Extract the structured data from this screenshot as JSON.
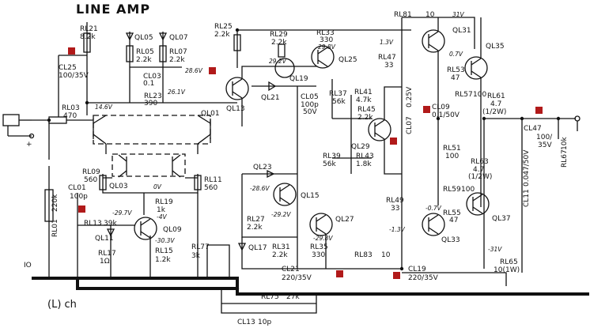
{
  "title": "LINE AMP",
  "channel": "(L) ch",
  "transistors": [
    "QL01",
    "QL03",
    "QL09",
    "QL13",
    "QL15",
    "QL19",
    "QL25",
    "QL27",
    "QL29",
    "QL31",
    "QL33",
    "QL35",
    "QL37"
  ],
  "diodes": [
    "QL05",
    "QL07",
    "QL11",
    "QL17",
    "QL21",
    "QL23"
  ],
  "resistors": {
    "RL01": [
      "RL01",
      "220k"
    ],
    "RL03": [
      "RL03",
      "470"
    ],
    "RL05": [
      "RL05",
      "2.2k"
    ],
    "RL07": [
      "RL07",
      "2.2k"
    ],
    "RL09": [
      "RL09",
      "560"
    ],
    "RL11": [
      "RL11",
      "560"
    ],
    "RL13": [
      "RL13",
      "39k"
    ],
    "RL15": [
      "RL15",
      "1.2k"
    ],
    "RL17": [
      "RL17",
      "1Ω"
    ],
    "RL19": [
      "RL19",
      "1k"
    ],
    "RL21": [
      "RL21",
      "8.2k"
    ],
    "RL23": [
      "RL23",
      "390"
    ],
    "RL25": [
      "RL25",
      "2.2k"
    ],
    "RL27": [
      "RL27",
      "2.2k"
    ],
    "RL29": [
      "RL29",
      "2.2k"
    ],
    "RL31": [
      "RL31",
      "2.2k"
    ],
    "RL33": [
      "RL33",
      "330"
    ],
    "RL35": [
      "RL35",
      "330"
    ],
    "RL37": [
      "RL37",
      "56k"
    ],
    "RL39": [
      "RL39",
      "56k"
    ],
    "RL41": [
      "RL41",
      "4.7k"
    ],
    "RL43": [
      "RL43",
      "1.8k"
    ],
    "RL45": [
      "RL45",
      "2.2k"
    ],
    "RL47": [
      "RL47",
      "33"
    ],
    "RL49": [
      "RL49",
      "33"
    ],
    "RL51": [
      "RL51",
      "100"
    ],
    "RL53": [
      "RL53",
      "47"
    ],
    "RL55": [
      "RL55",
      "47"
    ],
    "RL57": [
      "RL57",
      "100"
    ],
    "RL59": [
      "RL59",
      "100"
    ],
    "RL61": [
      "RL61",
      "4.7"
    ],
    "RL61w": "(1/2W)",
    "RL63": [
      "RL63",
      "4.7"
    ],
    "RL63w": "(1/2W)",
    "RL65": [
      "RL65",
      "10(1W)"
    ],
    "RL67": [
      "RL67",
      "10k"
    ],
    "RL75": [
      "RL75",
      "27k"
    ],
    "RL77": [
      "RL77",
      "3k"
    ],
    "RL81": [
      "RL81",
      "10"
    ],
    "RL83": [
      "RL83",
      "10"
    ]
  },
  "capacitors": {
    "CL01": [
      "CL01",
      "100p"
    ],
    "CL03": [
      "CL03",
      "0.1"
    ],
    "CL05": [
      "CL05",
      "100p",
      "50V"
    ],
    "CL07": [
      "CL07",
      "0.25V"
    ],
    "CL09": [
      "CL09",
      "0.1/50V"
    ],
    "CL11": [
      "CL11",
      "0.047/50V"
    ],
    "CL13": [
      "CL13",
      "10p"
    ],
    "CL19": [
      "CL19",
      "220/35V"
    ],
    "CL21": [
      "CL21",
      "220/35V"
    ],
    "CL25": [
      "CL25",
      "100/35V"
    ],
    "CL47": [
      "CL47",
      "100/",
      "35V"
    ]
  },
  "voltages": {
    "v146": "14.6V",
    "v286": "28.6V",
    "v261": "26.1V",
    "v292a": "29.2V",
    "v298a": "29.8V",
    "v13a": "1.3V",
    "v31a": "31V",
    "v07a": "0.7V",
    "v0": "0V",
    "v297": "-29.7V",
    "v4": "-4V",
    "v303": "-30.3V",
    "v286n": "-28.6V",
    "v292n": "-29.2V",
    "v298n": "-29.8V",
    "v07n": "-0.7V",
    "v13n": "-1.3V",
    "v31n": "-31V"
  },
  "pins": {
    "in_plus": "+",
    "in_io": "IO"
  },
  "marker_color": "#b11a1a"
}
